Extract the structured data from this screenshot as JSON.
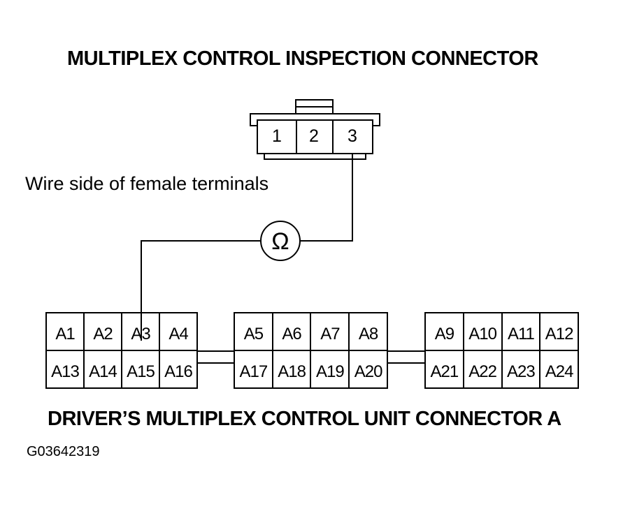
{
  "title_top": "MULTIPLEX CONTROL INSPECTION CONNECTOR",
  "title_bottom": "DRIVER’S MULTIPLEX CONTROL UNIT CONNECTOR A",
  "wire_side_note": "Wire side of female terminals",
  "figure_id": "G03642319",
  "ohmmeter_symbol": "Ω",
  "inspection_connector": {
    "terminals": [
      "1",
      "2",
      "3"
    ]
  },
  "unit_connector": {
    "blocks": [
      {
        "top": [
          "A1",
          "A2",
          "A3",
          "A4"
        ],
        "bottom": [
          "A13",
          "A14",
          "A15",
          "A16"
        ]
      },
      {
        "top": [
          "A5",
          "A6",
          "A7",
          "A8"
        ],
        "bottom": [
          "A17",
          "A18",
          "A19",
          "A20"
        ]
      },
      {
        "top": [
          "A9",
          "A10",
          "A11",
          "A12"
        ],
        "bottom": [
          "A21",
          "A22",
          "A23",
          "A24"
        ]
      }
    ]
  }
}
